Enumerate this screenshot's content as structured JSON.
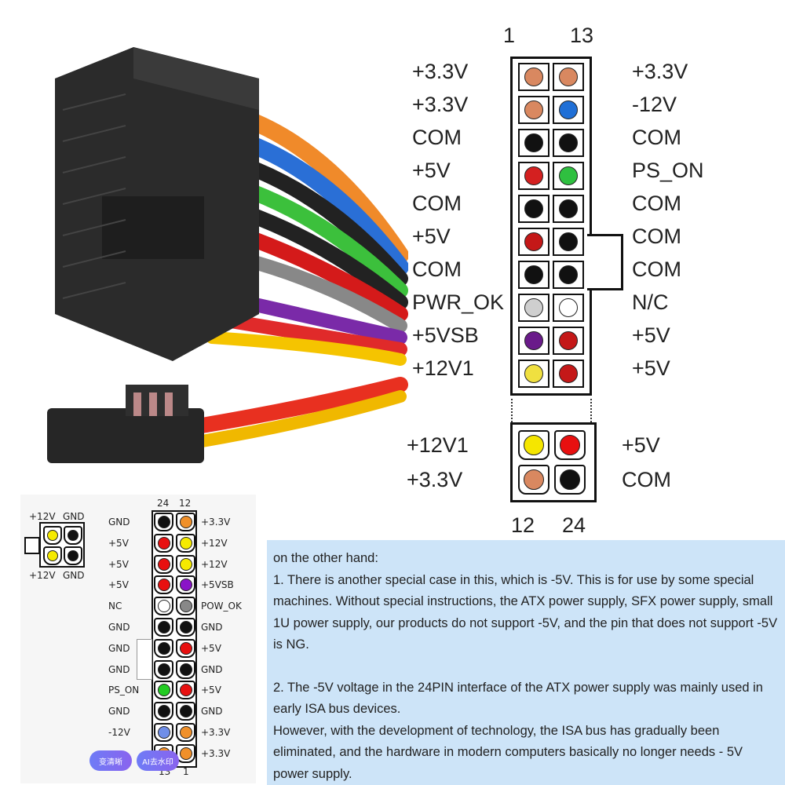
{
  "top_diagram": {
    "pin_numbers_top": [
      "1",
      "13"
    ],
    "pin_numbers_bottom": [
      "12",
      "24"
    ],
    "left_labels": [
      "+3.3V",
      "+3.3V",
      "COM",
      "+5V",
      "COM",
      "+5V",
      "COM",
      "PWR_OK",
      "+5VSB",
      "+12V1"
    ],
    "right_labels": [
      "+3.3V",
      "-12V",
      "COM",
      "PS_ON",
      "COM",
      "COM",
      "COM",
      "N/C",
      "+5V",
      "+5V"
    ],
    "lower_left_labels": [
      "+12V1",
      "+3.3V"
    ],
    "lower_right_labels": [
      "+5V",
      "COM"
    ],
    "left_colors": [
      "#d98860",
      "#d98860",
      "#111111",
      "#d42020",
      "#111111",
      "#c41818",
      "#111111",
      "#cfcfcf",
      "#6a1a8a",
      "#f0e040"
    ],
    "right_colors": [
      "#d98860",
      "#1f6fd6",
      "#111111",
      "#2fc040",
      "#111111",
      "#111111",
      "#111111",
      "#ffffff",
      "#c41818",
      "#c41818"
    ],
    "lower_left_colors": [
      "#f5e600",
      "#d98860"
    ],
    "lower_right_colors": [
      "#e81010",
      "#111111"
    ]
  },
  "eps_connector": {
    "top_labels": [
      "+12V",
      "GND"
    ],
    "bottom_labels": [
      "+12V",
      "GND"
    ],
    "colors": [
      "#f5ea00",
      "#111111",
      "#f5ea00",
      "#111111"
    ]
  },
  "bottom_diagram": {
    "header_numbers": [
      "24",
      "12"
    ],
    "footer_numbers": [
      "13",
      "1"
    ],
    "left_labels": [
      "GND",
      "+5V",
      "+5V",
      "+5V",
      "NC",
      "GND",
      "GND",
      "GND",
      "PS_ON",
      "GND",
      "-12V",
      ""
    ],
    "right_labels": [
      "+3.3V",
      "+12V",
      "+12V",
      "+5VSB",
      "POW_OK",
      "GND",
      "+5V",
      "GND",
      "+5V",
      "GND",
      "+3.3V",
      "+3.3V"
    ],
    "left_colors": [
      "#111111",
      "#e81010",
      "#e81010",
      "#e81010",
      "#ffffff",
      "#111111",
      "#111111",
      "#111111",
      "#22cc22",
      "#111111",
      "#6f8ee8",
      "#f0902a"
    ],
    "right_colors": [
      "#f0902a",
      "#f5ea00",
      "#f5ea00",
      "#8a14c8",
      "#888888",
      "#111111",
      "#e81010",
      "#111111",
      "#e81010",
      "#111111",
      "#f0902a",
      "#f0902a"
    ]
  },
  "buttons": {
    "clarify": "变清晰",
    "watermark": "AI去水印"
  },
  "info": {
    "intro": "on the other hand:",
    "point1": "1. There is another special case in this, which is -5V. This is for use by some special machines. Without special instructions, the ATX power supply, SFX power supply, small 1U power supply, our products do not support -5V, and the pin that does not support -5V is NG.",
    "point2": "2. The -5V voltage in the 24PIN interface of the ATX power supply was mainly used in early ISA bus devices.",
    "point3": "However, with the development of technology, the ISA bus has gradually been eliminated, and the hardware in modern computers basically no longer needs - 5V power supply."
  }
}
